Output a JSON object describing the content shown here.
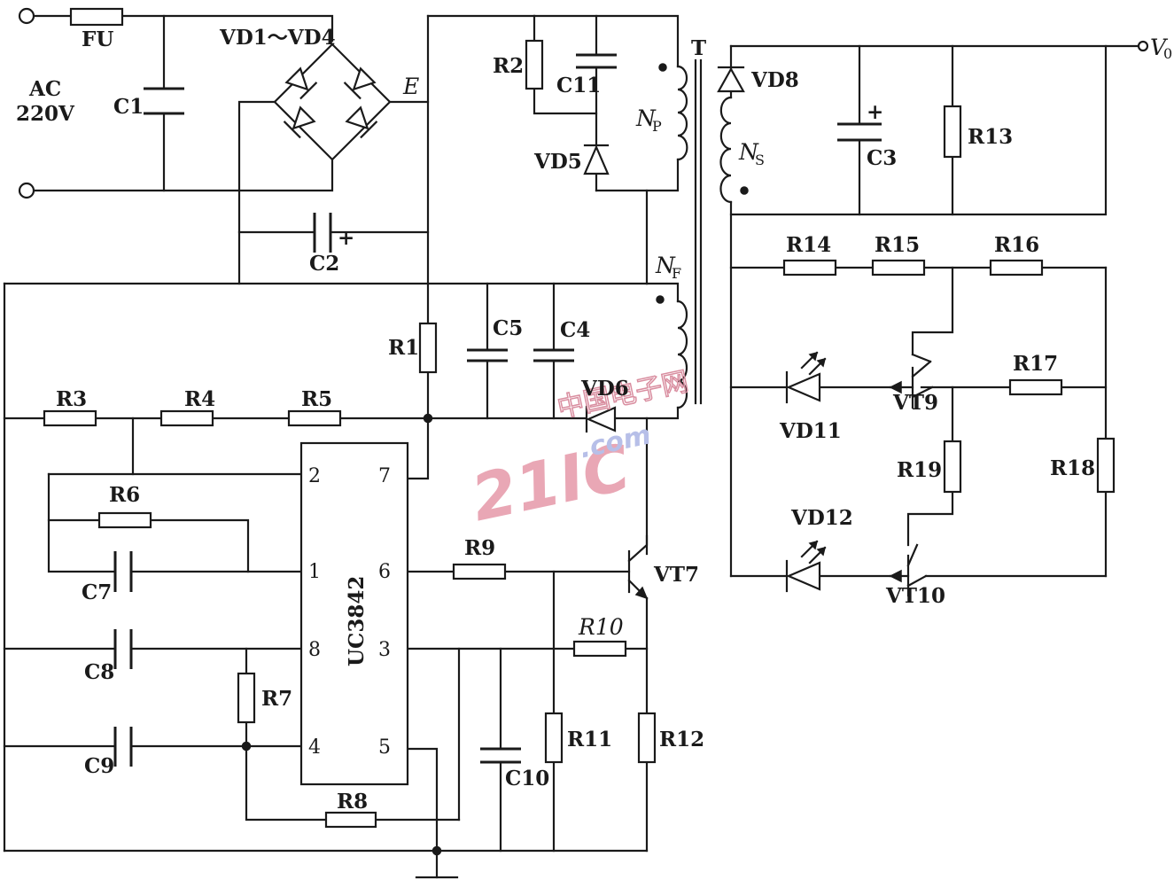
{
  "labels": {
    "fu": "FU",
    "ac_line1": "AC",
    "ac_line2": "220V",
    "c1": "C1",
    "bridge": "VD1～VD4",
    "node_e": "E",
    "c2": "C2",
    "c2_plus": "+",
    "r2": "R2",
    "c11": "C11",
    "vd5": "VD5",
    "np_main": "N",
    "np_sub": "P",
    "transformer": "T",
    "vd8": "VD8",
    "ns_main": "N",
    "ns_sub": "S",
    "c3": "C3",
    "c3_plus": "+",
    "r13": "R13",
    "vo_main": "V",
    "vo_sub": "0",
    "nf_main": "N",
    "nf_sub": "F",
    "r1": "R1",
    "c5": "C5",
    "c4": "C4",
    "vd6": "VD6",
    "r3": "R3",
    "r4": "R4",
    "r5": "R5",
    "r6": "R6",
    "c7": "C7",
    "c8": "C8",
    "c9": "C9",
    "r7": "R7",
    "r8": "R8",
    "r9": "R9",
    "r10": "R10",
    "r11": "R11",
    "r12": "R12",
    "c10": "C10",
    "vt7": "VT7",
    "r14": "R14",
    "r15": "R15",
    "r16": "R16",
    "r17": "R17",
    "r18": "R18",
    "r19": "R19",
    "vt9": "VT9",
    "vt10": "VT10",
    "vd11": "VD11",
    "vd12": "VD12"
  },
  "ic": {
    "name": "UC3842",
    "pins": {
      "p1": "1",
      "p2": "2",
      "p3": "3",
      "p4": "4",
      "p5": "5",
      "p6": "6",
      "p7": "7",
      "p8": "8"
    }
  },
  "watermark": {
    "main": "21IC",
    "domain": ".com",
    "cn": "中国电子网"
  }
}
